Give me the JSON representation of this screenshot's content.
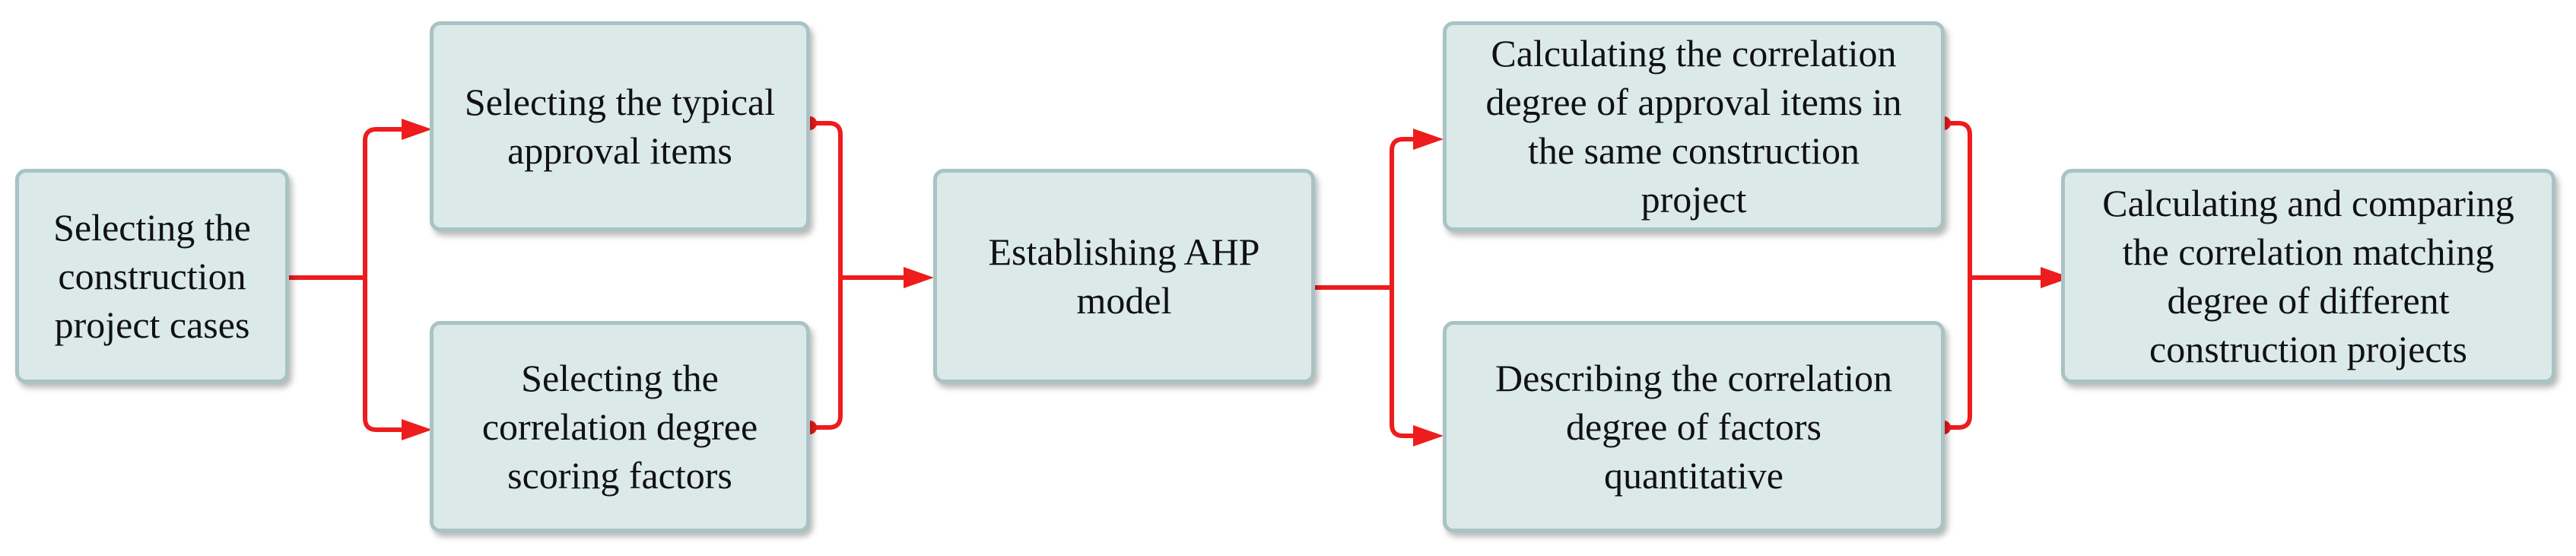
{
  "colors": {
    "box_fill": "#dbe9e9",
    "box_border": "#a9c3c4",
    "connector": "#ee1c1c"
  },
  "nodes": {
    "n1": {
      "label": "Selecting the\nconstruction\nproject cases"
    },
    "n2": {
      "label": "Selecting the typical\napproval items"
    },
    "n3": {
      "label": "Selecting the\ncorrelation degree\nscoring factors"
    },
    "n4": {
      "label": "Establishing AHP\nmodel"
    },
    "n5": {
      "label": "Calculating the correlation\ndegree of approval items in\nthe same construction\nproject"
    },
    "n6": {
      "label": "Describing the correlation\ndegree of factors\nquantitative"
    },
    "n7": {
      "label": "Calculating and comparing\nthe correlation matching\ndegree of different\nconstruction projects"
    }
  }
}
